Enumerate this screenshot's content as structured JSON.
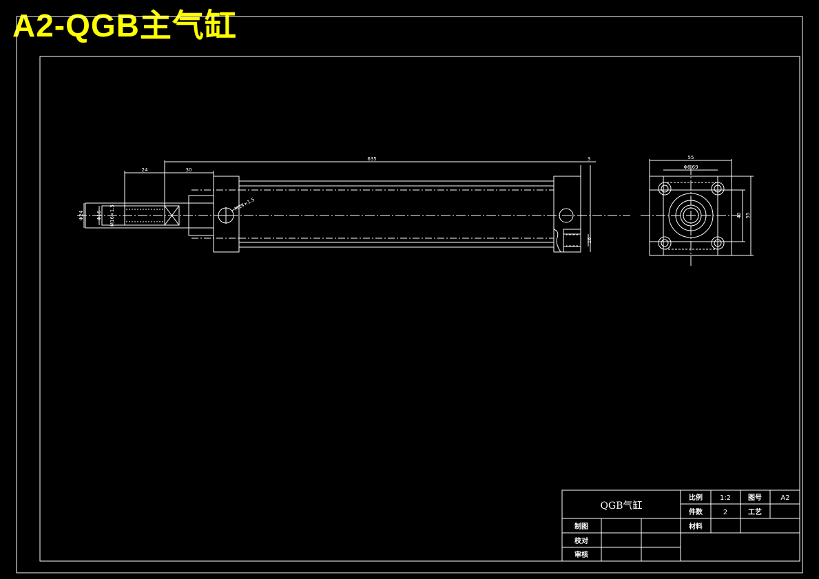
{
  "heading": "A2-QGB主气缸",
  "colors": {
    "line": "#ffffff",
    "heading": "#ffff00",
    "background": "#000000"
  },
  "dimensions": {
    "overall_length": "635",
    "rod_end_24": "24",
    "rod_end_30": "30",
    "end_gap": "3",
    "rod_diameter": "Φ24",
    "rod_diameter_inner": "Φ16",
    "thread_size": "M16×1.5",
    "port_thread": "M14×1.5",
    "port_dim": "16",
    "end_width": "55",
    "bolt_spacing": "Φ8.69",
    "end_height_40": "40",
    "end_height_55": "55"
  },
  "title_block": {
    "part_name": "QGB气缸",
    "scale_label": "比例",
    "scale_value": "1:2",
    "drawing_no_label": "图号",
    "drawing_no_value": "A2",
    "quantity_label": "件数",
    "quantity_value": "2",
    "process_label": "工艺",
    "material_label": "材料",
    "drawn_label": "制图",
    "checked_label": "校对",
    "reviewed_label": "审核"
  }
}
